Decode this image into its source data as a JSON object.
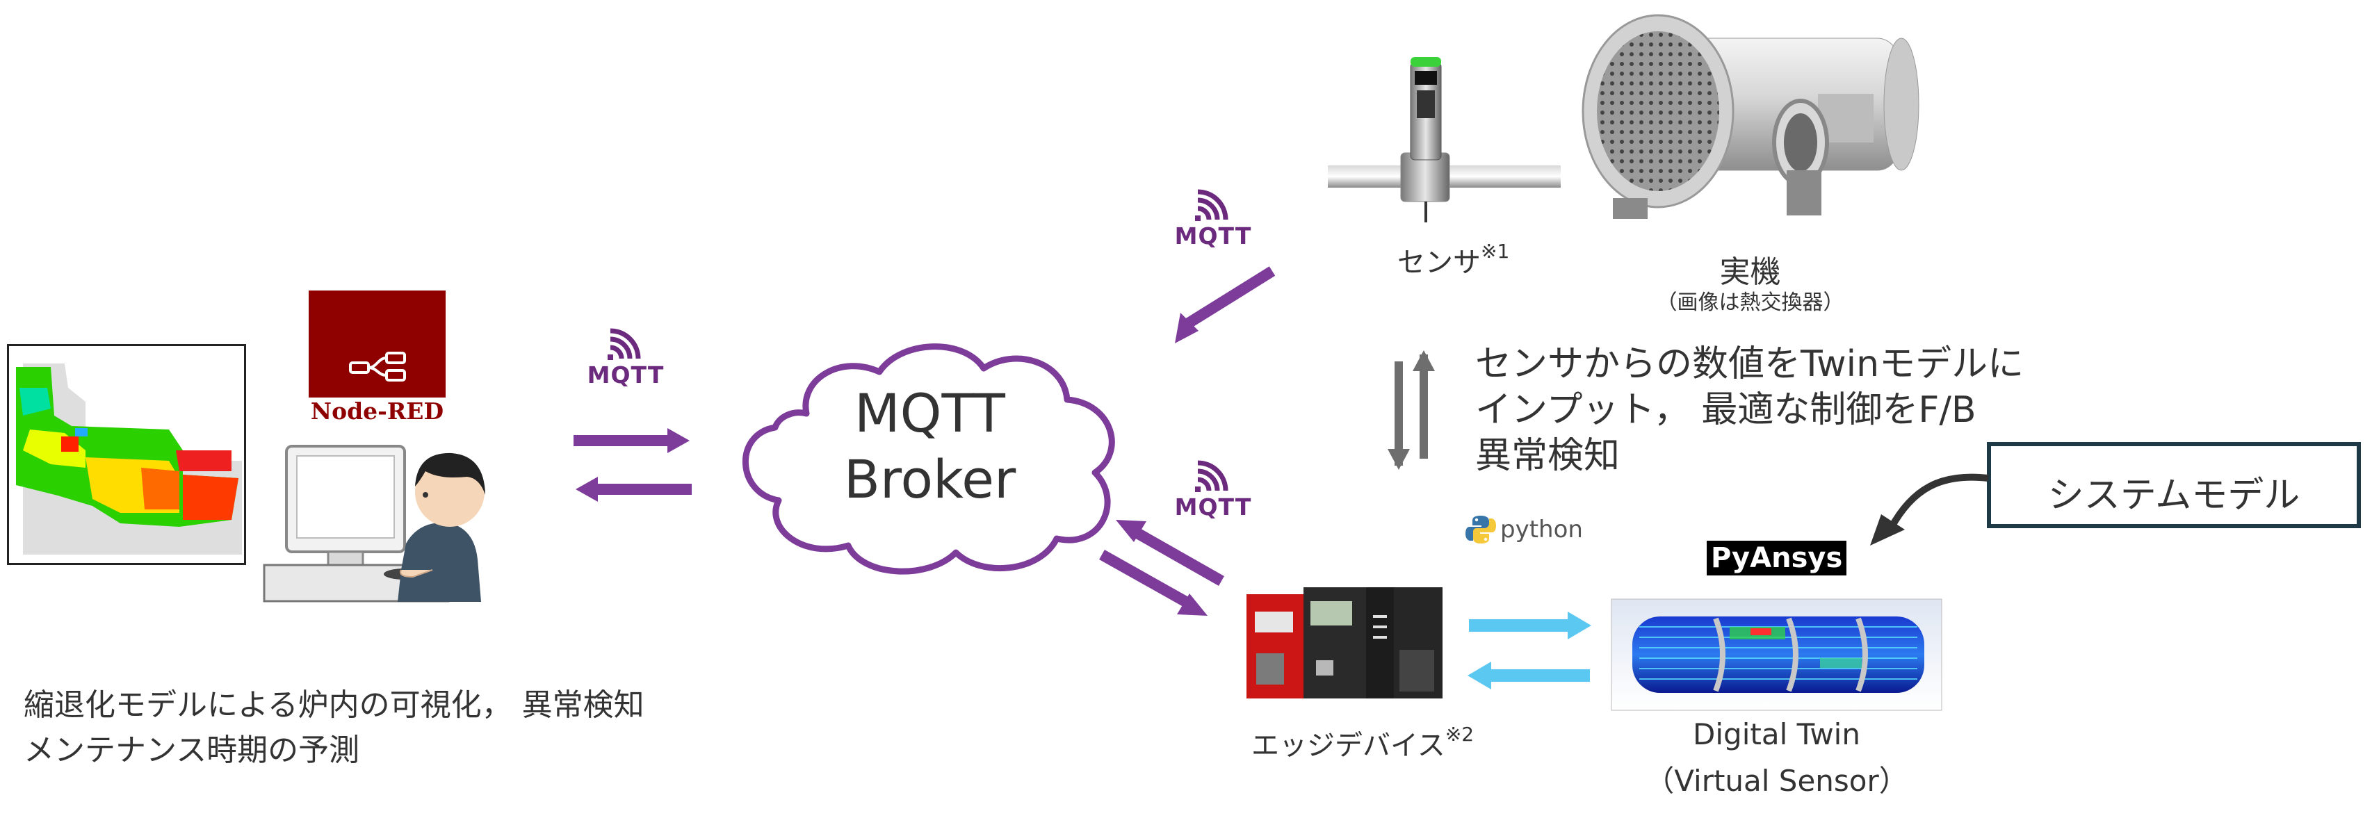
{
  "colors": {
    "mqtt_purple": "#7d3b9a",
    "node_red": "#8f0000",
    "gray_arrow": "#6e6e6e",
    "light_blue": "#5ac8f0",
    "dark_text": "#333333",
    "system_model_border": "#1e3a46"
  },
  "node_red": {
    "label": "Node-RED"
  },
  "mqtt_badges": [
    "MQTT",
    "MQTT",
    "MQTT"
  ],
  "broker": {
    "line1": "MQTT",
    "line2": "Broker"
  },
  "left_caption": {
    "line1": "縮退化モデルによる炉内の可視化， 異常検知",
    "line2": "メンテナンス時期の予測"
  },
  "sensor": {
    "label": "センサ",
    "note": "※1"
  },
  "real_machine": {
    "label": "実機",
    "sublabel": "（画像は熱交換器）"
  },
  "feedback_text": {
    "line1": "センサからの数値をTwinモデルに",
    "line2": "インプット， 最適な制御をF/B",
    "line3": "異常検知"
  },
  "python_label": "python",
  "pyansys_label": "PyAnsys",
  "system_model_label": "システムモデル",
  "edge_device": {
    "label": "エッジデバイス",
    "note": "※2"
  },
  "digital_twin": {
    "line1": "Digital Twin",
    "line2": "（Virtual Sensor）"
  }
}
